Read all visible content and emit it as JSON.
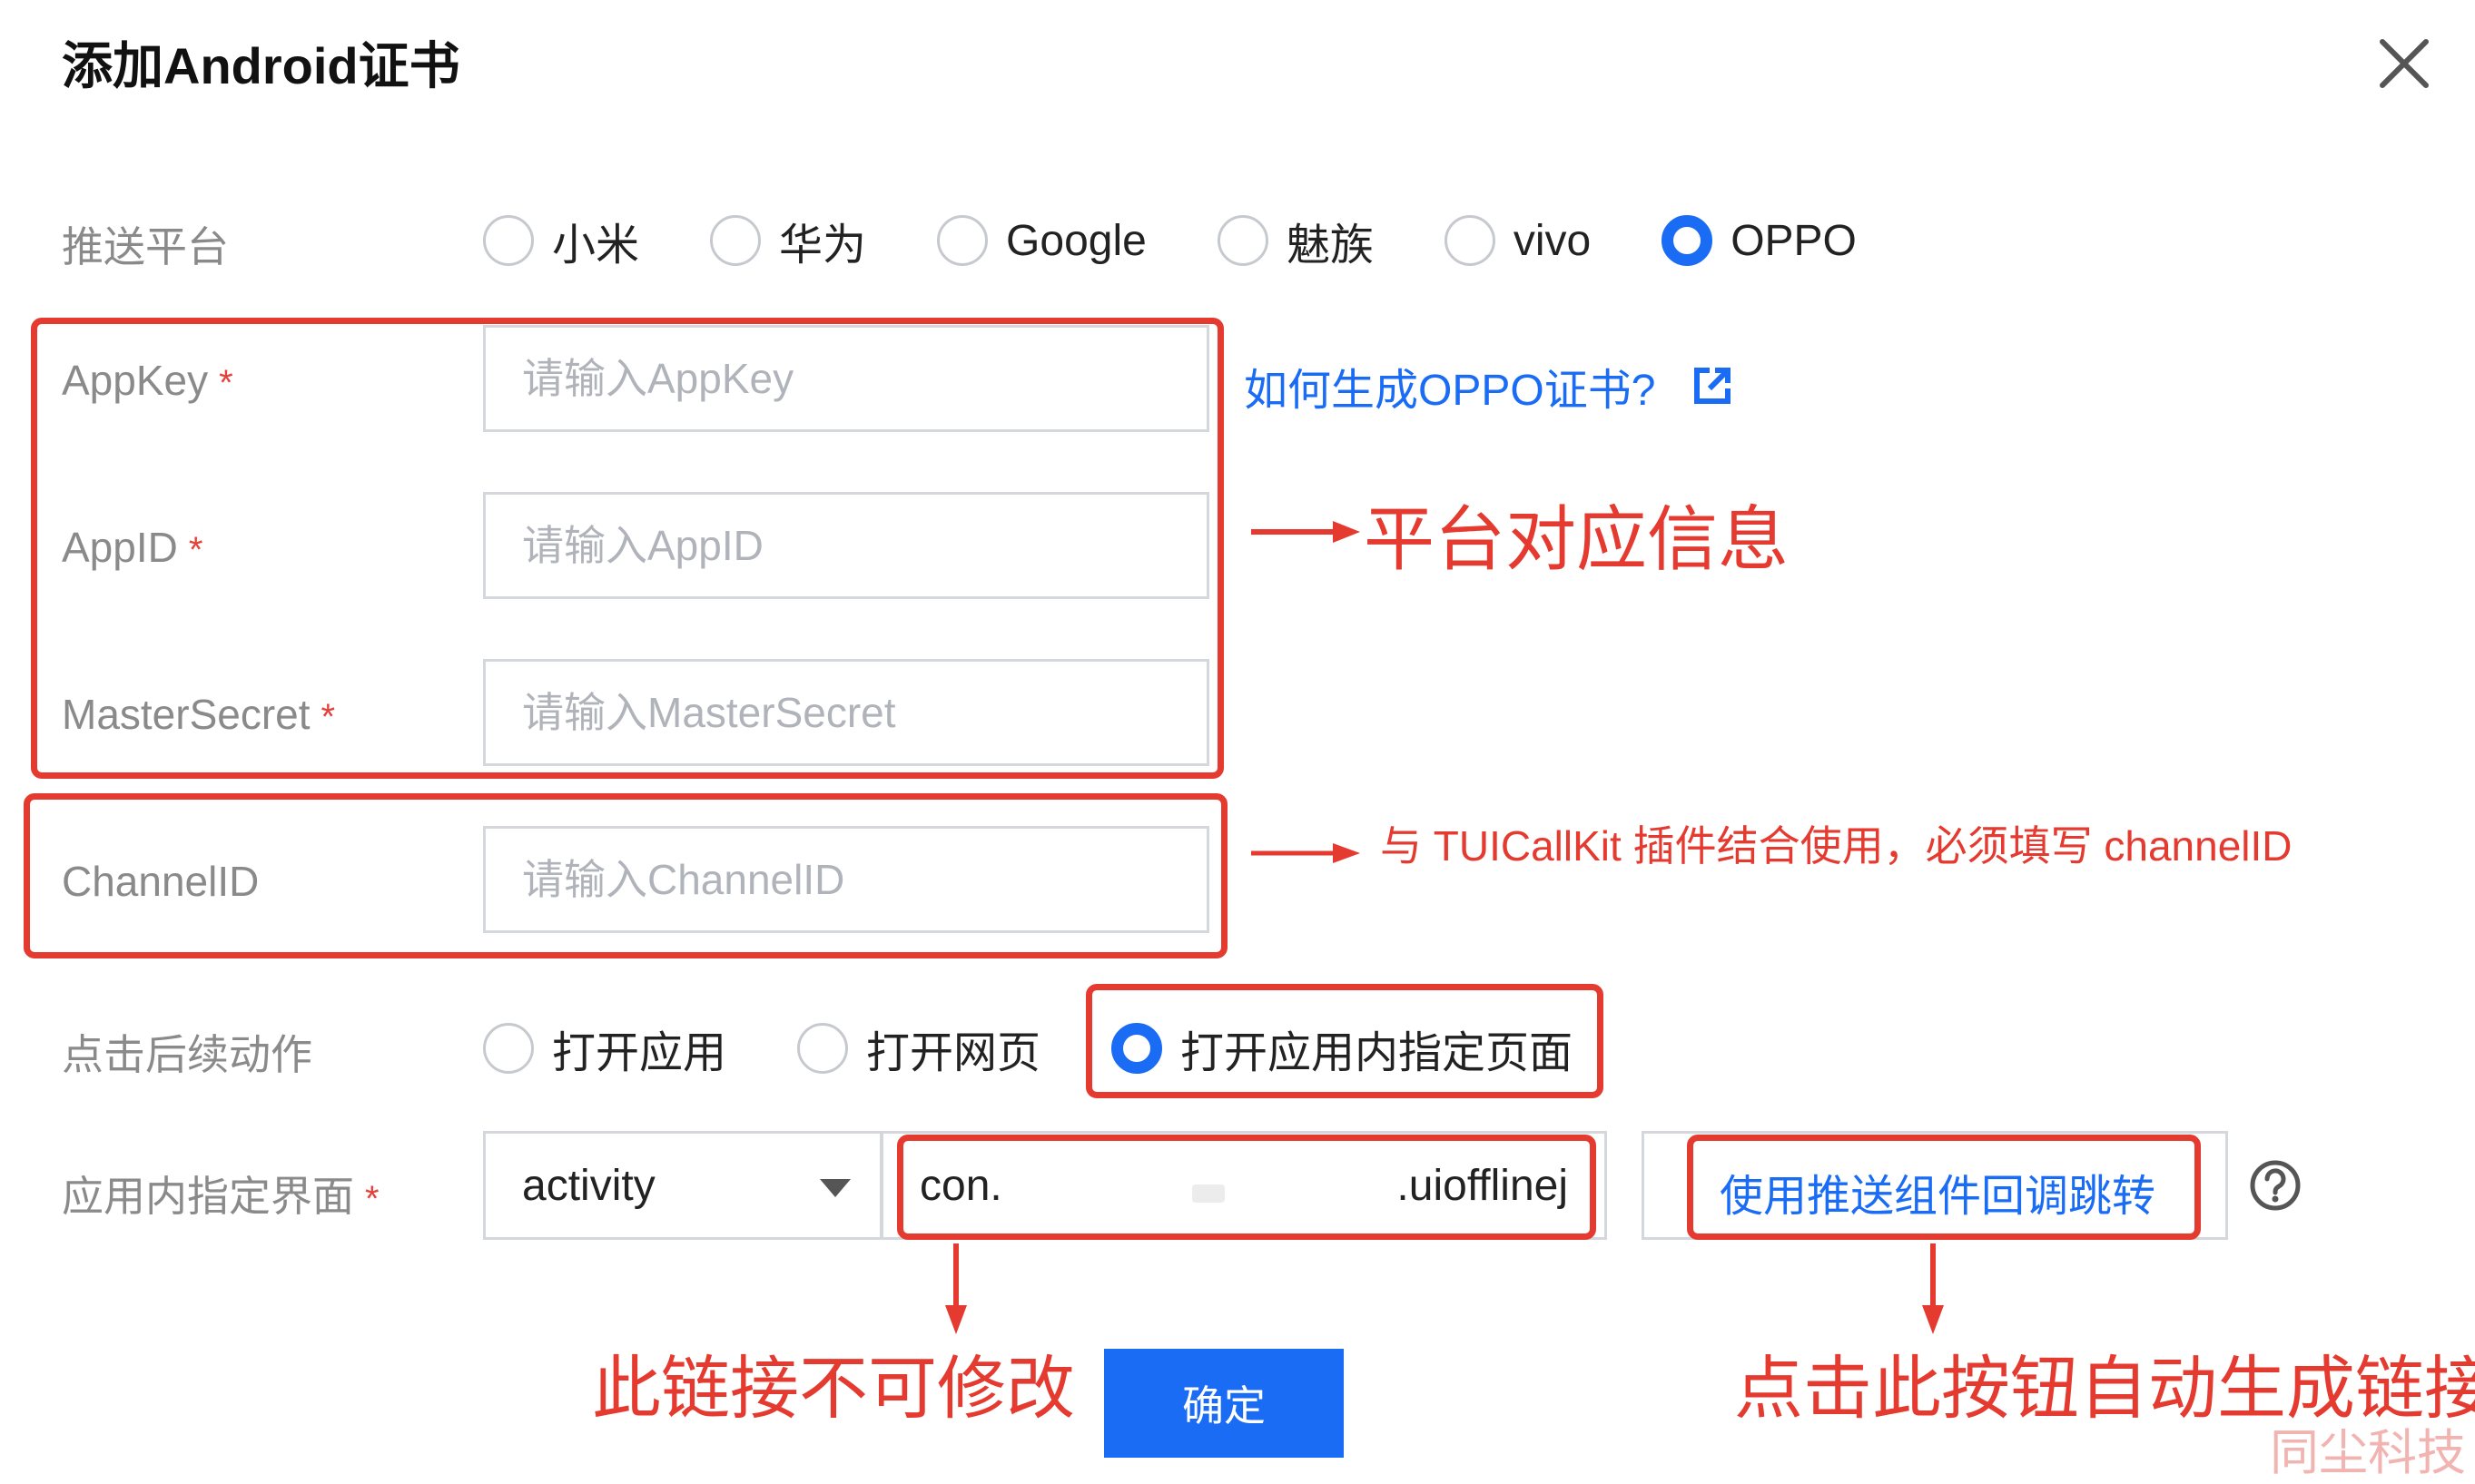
{
  "dialog": {
    "title": "添加Android证书",
    "close_label": "关闭"
  },
  "form": {
    "platform": {
      "label": "推送平台",
      "options": [
        "小米",
        "华为",
        "Google",
        "魅族",
        "vivo",
        "OPPO"
      ],
      "selected": "OPPO"
    },
    "appkey": {
      "label": "AppKey",
      "required_mark": "*",
      "placeholder": "请输入AppKey",
      "value": ""
    },
    "appid": {
      "label": "AppID",
      "required_mark": "*",
      "placeholder": "请输入AppID",
      "value": ""
    },
    "mastersecret": {
      "label": "MasterSecret",
      "required_mark": "*",
      "placeholder": "请输入MasterSecret",
      "value": ""
    },
    "channelid": {
      "label": "ChannelID",
      "placeholder": "请输入ChannelID",
      "value": ""
    },
    "help_link": "如何生成OPPO证书?",
    "click_action": {
      "label": "点击后续动作",
      "options": [
        "打开应用",
        "打开网页",
        "打开应用内指定页面"
      ],
      "selected": "打开应用内指定页面"
    },
    "inapp_page": {
      "label": "应用内指定界面",
      "required_mark": "*",
      "type_selected": "activity",
      "value_prefix": "con.",
      "value_suffix": ".uiofflinej",
      "callback_button": "使用推送组件回调跳转"
    },
    "submit_label": "确定"
  },
  "annotations": {
    "platform_info": "平台对应信息",
    "channel_note": "与 TUICallKit 插件结合使用，必须填写 channelID",
    "link_note": "此链接不可修改",
    "button_note": "点击此按钮自动生成链接"
  },
  "watermark": "同尘科技",
  "colors": {
    "accent": "#1a6cf5",
    "annotation_red": "#e43a2f",
    "label_gray": "#8a8a8a",
    "border_gray": "#d4d7dc"
  },
  "icons": {
    "close": "close-icon",
    "external_link": "external-link-icon",
    "dropdown": "caret-down-icon",
    "help": "question-circle-icon"
  }
}
